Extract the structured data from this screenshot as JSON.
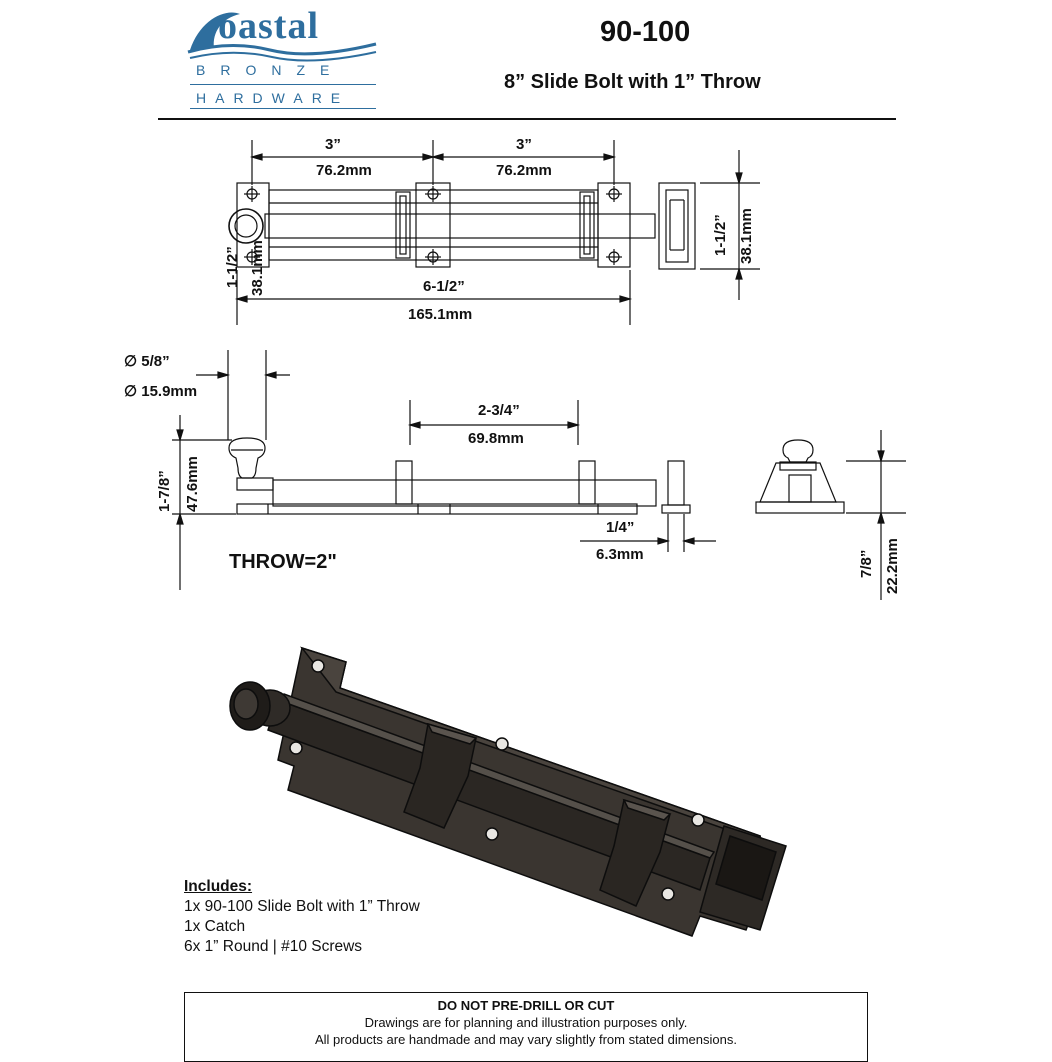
{
  "brand": {
    "logo_word": "oastal",
    "logo_line1": "BRONZE",
    "logo_line2": "HARDWARE",
    "color": "#2e6e9e"
  },
  "header": {
    "model": "90-100",
    "title": "8” Slide Bolt with 1” Throw"
  },
  "top_view": {
    "dim_left_in": "3”",
    "dim_left_mm": "76.2mm",
    "dim_right_in": "3”",
    "dim_right_mm": "76.2mm",
    "height_in": "1-1/2”",
    "height_mm": "38.1mm",
    "length_in": "6-1/2”",
    "length_mm": "165.1mm",
    "catch_height_in": "1-1/2”",
    "catch_height_mm": "38.1mm"
  },
  "side_view": {
    "knob_dia_in": "5/8”",
    "knob_dia_mm": "15.9mm",
    "guide_spacing_in": "2-3/4”",
    "guide_spacing_mm": "69.8mm",
    "height_in": "1-7/8”",
    "height_mm": "47.6mm",
    "catch_thick_in": "1/4”",
    "catch_thick_mm": "6.3mm",
    "end_height_in": "7/8”",
    "end_height_mm": "22.2mm",
    "throw": "THROW=2\""
  },
  "includes": {
    "heading": "Includes:",
    "items": [
      "1x  90-100 Slide Bolt with 1” Throw",
      "1x  Catch",
      "6x  1” Round | #10 Screws"
    ]
  },
  "notice": {
    "heading": "DO NOT PRE-DRILL OR CUT",
    "line1": "Drawings are for planning and illustration purposes only.",
    "line2": "All products are handmade and may vary slightly from stated dimensions."
  }
}
